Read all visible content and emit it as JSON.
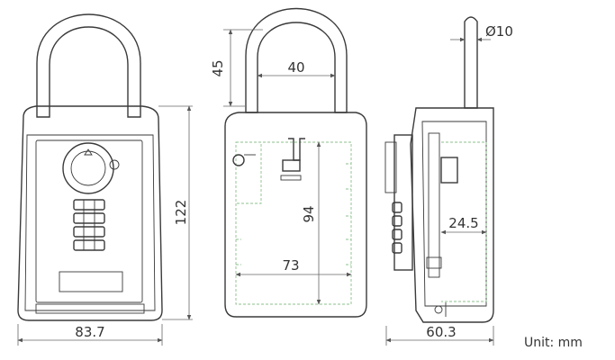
{
  "dimensions": {
    "front_width": "83.7",
    "front_height": "122",
    "shackle_inner_width": "40",
    "shackle_clearance": "45",
    "inner_width": "73",
    "inner_height": "94",
    "side_depth": "60.3",
    "inner_depth": "24.5",
    "shackle_diameter": "Ø10"
  },
  "unit_label": "Unit: mm",
  "colors": {
    "outline": "#3a3a3a",
    "dimension_line": "#666666",
    "inner_compartment": "#8cc08c"
  }
}
